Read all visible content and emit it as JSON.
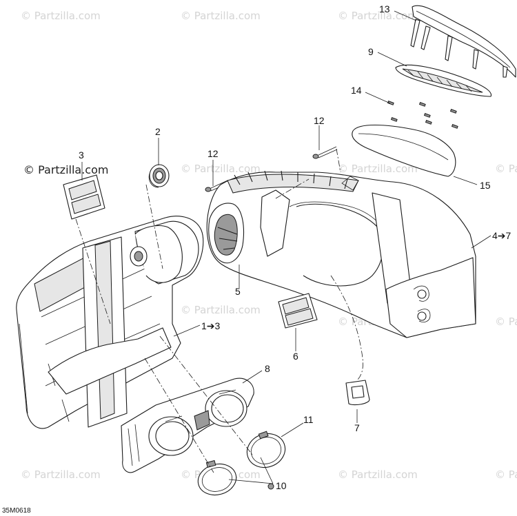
{
  "diagram": {
    "watermark": "© Partzilla.com",
    "watermark_main": "© Partzilla.com",
    "drawing_code": "35M0618",
    "callouts": {
      "c1": "13",
      "c2": "9",
      "c3": "14",
      "c4": "2",
      "c5": "3",
      "c6": "12",
      "c7": "12",
      "c8": "15",
      "c9": "4➔7",
      "c10": "5",
      "c11": "6",
      "c12": "1➔3",
      "c13": "8",
      "c14": "7",
      "c15": "11",
      "c16": "10"
    }
  }
}
